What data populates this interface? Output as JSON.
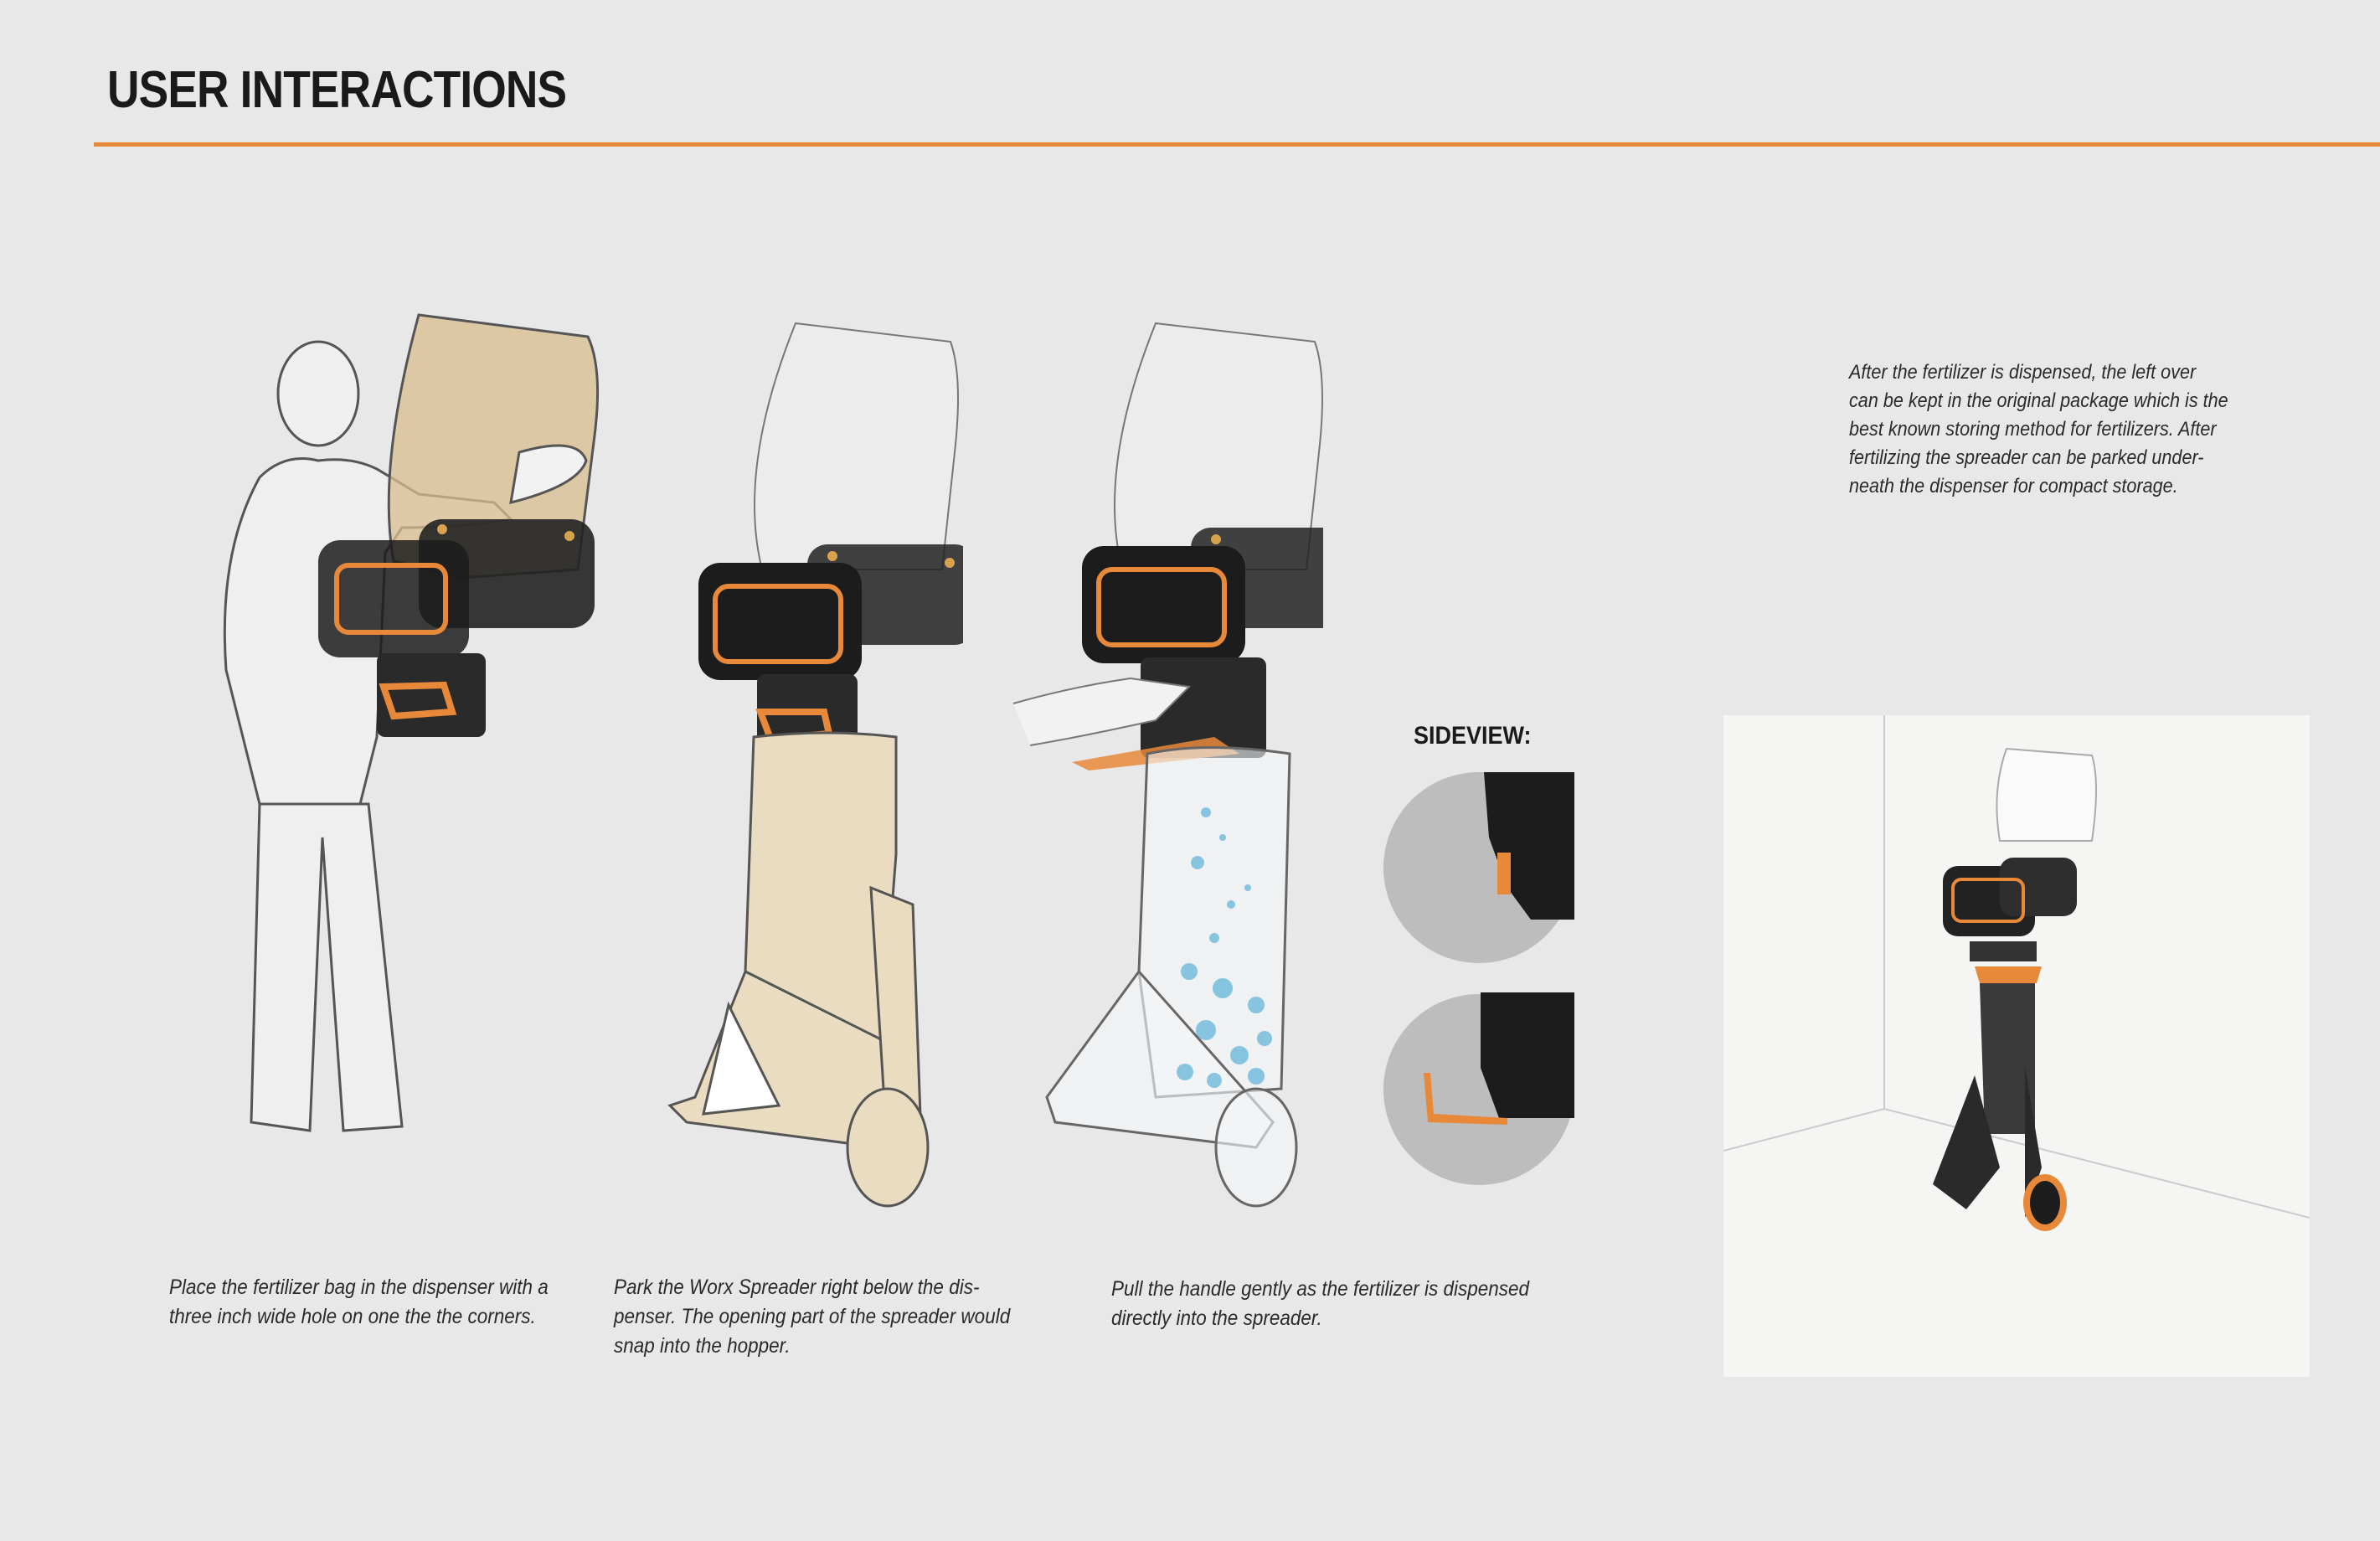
{
  "page": {
    "title": "USER INTERACTIONS",
    "accent_color": "#e8893a"
  },
  "steps": [
    {
      "caption": "Place the fertilizer bag in the dispenser with a\nthree inch wide hole on one the the corners."
    },
    {
      "caption": "Park the Worx Spreader right below the dis-\npenser. The opening part of the spreader would\nsnap into the hopper."
    },
    {
      "caption": "Pull the handle gently as the fertilizer is dispensed\ndirectly into the spreader."
    }
  ],
  "sideview": {
    "label": "SIDEVIEW:"
  },
  "storage": {
    "caption": "After the fertilizer is dispensed, the left over\ncan be kept in the original package which is the\nbest known storing method for fertilizers. After\nfertilizing the spreader can be parked under-\nneath the dispenser for compact storage."
  }
}
